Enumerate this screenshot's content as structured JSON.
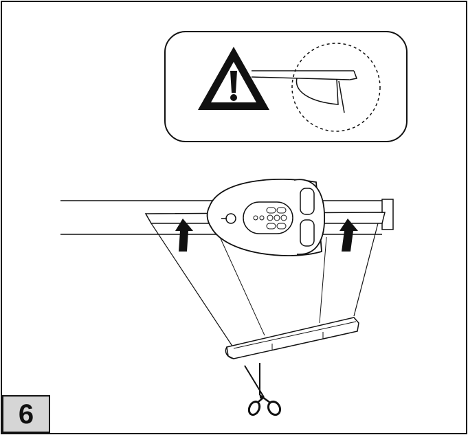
{
  "step": {
    "number": "6"
  },
  "warning_panel": {
    "icon": "warning-triangle-icon",
    "detail": "rail-end-cutaway"
  },
  "illustration": {
    "subject": "roller-blind-on-rail",
    "motor_unit": {
      "icon": "motor-head-icon"
    },
    "arrows": [
      "up-arrow-icon",
      "up-arrow-icon"
    ],
    "tool": "scissors-icon"
  },
  "colors": {
    "line": "#111111",
    "step_fill": "#d6d6d6",
    "background": "#ffffff"
  }
}
